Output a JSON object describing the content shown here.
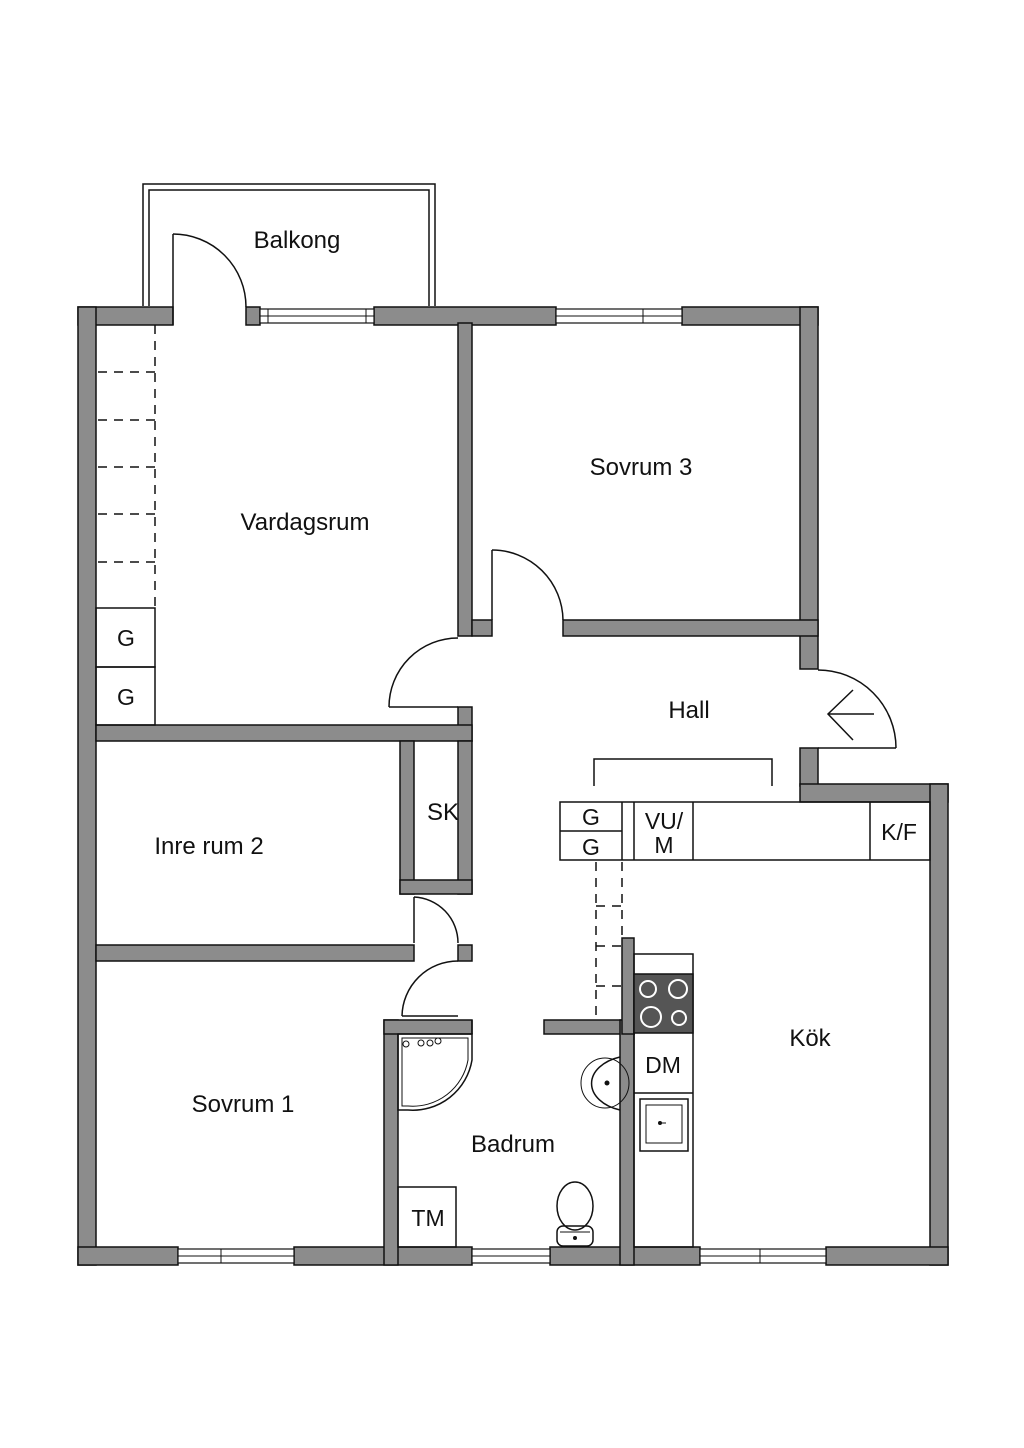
{
  "rooms": {
    "balkong": "Balkong",
    "vardagsrum": "Vardagsrum",
    "sovrum3": "Sovrum 3",
    "hall": "Hall",
    "inre_rum_2": "Inre rum 2",
    "sk": "SK",
    "sovrum1": "Sovrum 1",
    "badrum": "Badrum",
    "kok": "Kök"
  },
  "fixtures": {
    "g": "G",
    "vu_m_line1": "VU/",
    "vu_m_line2": "M",
    "kf": "K/F",
    "dm": "DM",
    "tm": "TM"
  },
  "colors": {
    "wall": "#8c8c8c",
    "line": "#111111",
    "background": "#ffffff"
  }
}
